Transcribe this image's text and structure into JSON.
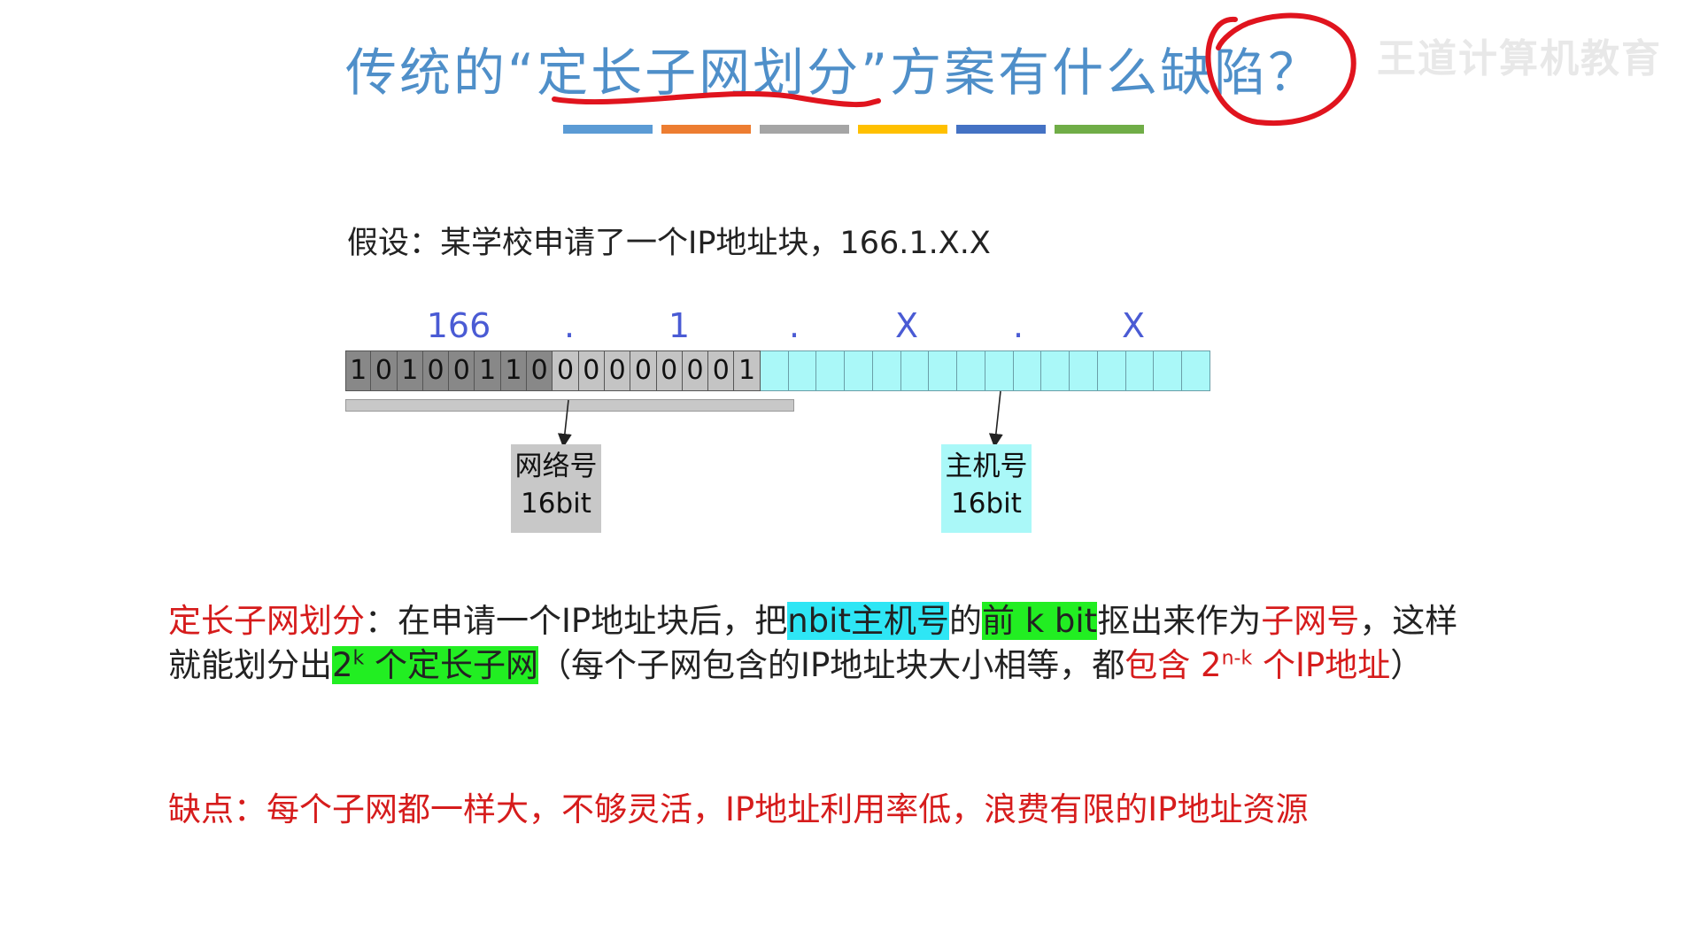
{
  "title": {
    "part1": "传统的“",
    "part2": "定长子网划分",
    "part3": "”方案有什么",
    "part4": "缺陷？"
  },
  "watermark": "王道计算机教育",
  "color_bar": [
    "#5b9bd5",
    "#ed7d31",
    "#a5a5a5",
    "#ffc000",
    "#4472c4",
    "#70ad47"
  ],
  "assumption": "假设：某学校申请了一个IP地址块，166.1.X.X",
  "octets": {
    "o1": "166",
    "o2": "1",
    "o3": "X",
    "o4": "X",
    "dot": "."
  },
  "bits": {
    "octet1": [
      "1",
      "0",
      "1",
      "0",
      "0",
      "1",
      "1",
      "0"
    ],
    "octet2": [
      "0",
      "0",
      "0",
      "0",
      "0",
      "0",
      "0",
      "1"
    ],
    "host_count": 16
  },
  "labels": {
    "network_title": "网络号",
    "network_bits": "16bit",
    "host_title": "主机号",
    "host_bits": "16bit"
  },
  "definition": {
    "term": "定长子网划分",
    "colon": "：在申请一个IP地址块后，把",
    "hl1": "nbit主机号",
    "mid1": "的",
    "hl2": "前 k bit",
    "mid2": "抠出来作为",
    "subnet_num": "子网号",
    "tail1": "，这样",
    "line2_start": "就能划分出",
    "hl3_base": "2",
    "hl3_sup": "k",
    "hl3_rest": " 个定长子网",
    "line2_mid": "（每个子网包含的IP地址块大小相等，都",
    "contain": "包含 2",
    "contain_sup": "n-k",
    "contain_rest": " 个IP地址",
    "line2_end": "）"
  },
  "drawback": "缺点：每个子网都一样大，不够灵活，IP地址利用率低，浪费有限的IP地址资源",
  "colors": {
    "title_blue": "#4f8fc9",
    "octet_blue": "#4a5bd4",
    "network_gray": "#888888",
    "host_cyan": "#aaf8f8",
    "red": "#d61c1c",
    "hl_cyan": "#2ee6f5",
    "hl_green": "#22ee22"
  }
}
